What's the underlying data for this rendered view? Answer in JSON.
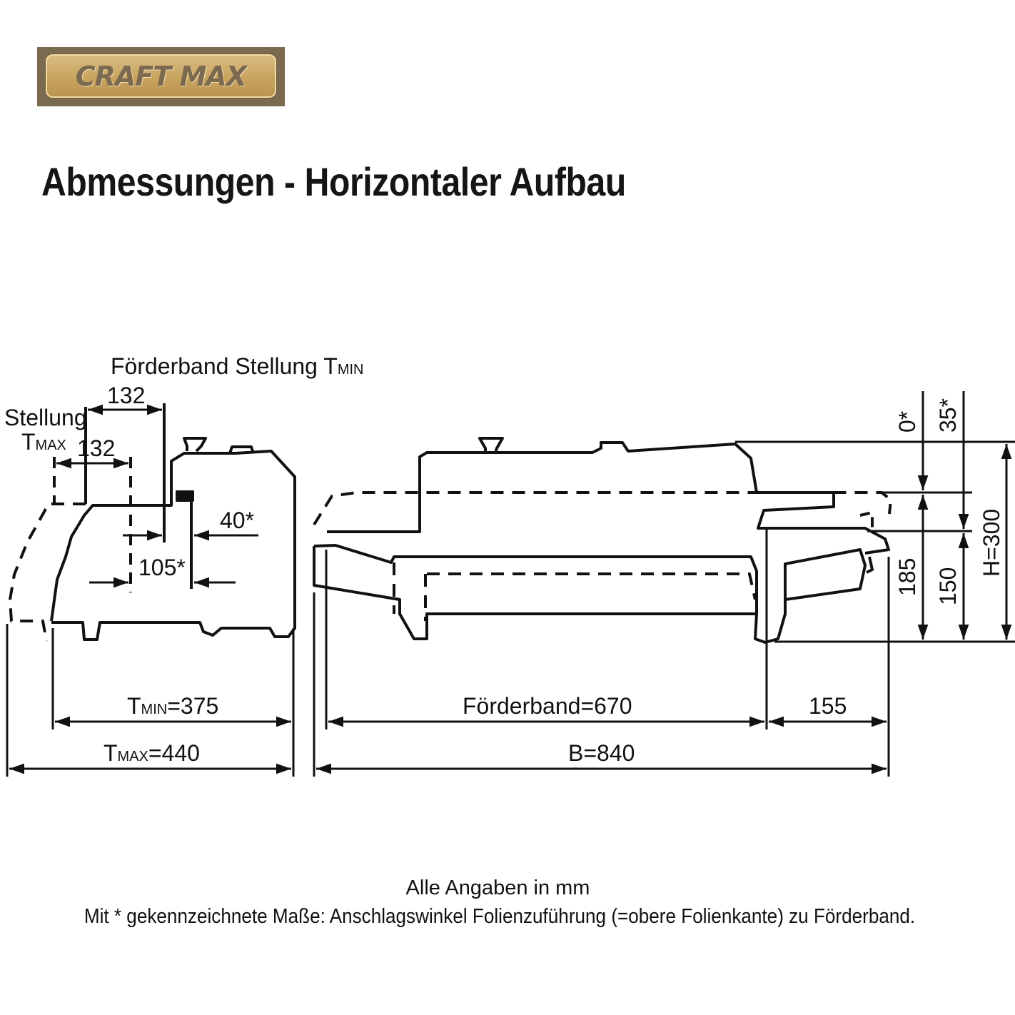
{
  "brand": {
    "logo_text": "CRAFT MAX"
  },
  "title": "Abmessungen - Horizontaler Aufbau",
  "side_view": {
    "label_tmin_position": "Förderband Stellung T",
    "label_tmin_sub": "MIN",
    "label_tmax_line1": "Stellung",
    "label_tmax_line2": "T",
    "label_tmax_sub": "MAX",
    "dim_132_top": "132",
    "dim_132_lower": "132",
    "dim_40": "40*",
    "dim_105": "105*",
    "dim_tmin_prefix": "T",
    "dim_tmin_sub": "MIN",
    "dim_tmin_value": "=375",
    "dim_tmax_prefix": "T",
    "dim_tmax_sub": "MAX",
    "dim_tmax_value": "=440"
  },
  "front_view": {
    "dim_foerderband": "Förderband=670",
    "dim_155": "155",
    "dim_b": "B=840",
    "dim_0": "0*",
    "dim_35": "35*",
    "dim_185": "185",
    "dim_150": "150",
    "dim_h": "H=300"
  },
  "notes": {
    "units": "Alle Angaben in mm",
    "asterisk": "Mit * gekennzeichnete Maße: Anschlagswinkel Folienzuführung (=obere Folienkante) zu Förderband."
  },
  "colors": {
    "logo_frame": "#7a6a4f",
    "logo_gold": "#c9a45f",
    "line": "#111111"
  }
}
